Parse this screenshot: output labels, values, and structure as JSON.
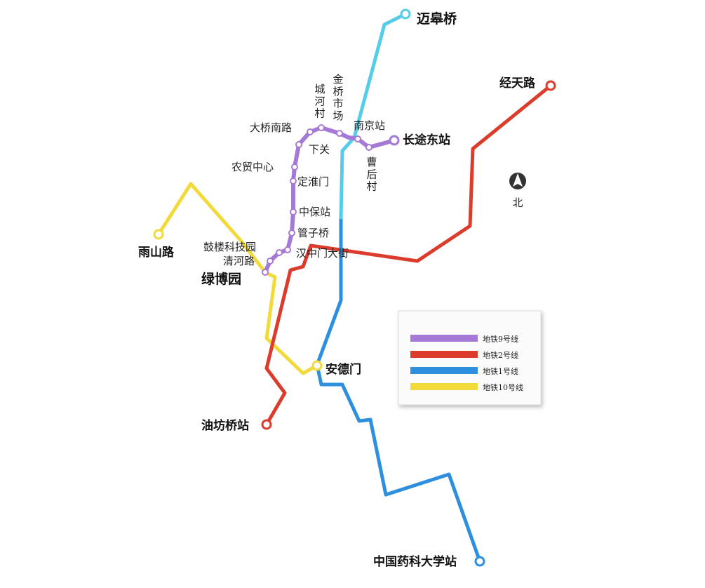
{
  "lines": {
    "line9": {
      "color": "#a57ad6"
    },
    "line2": {
      "color": "#dc3c2c"
    },
    "line1": {
      "color": "#2d8fde",
      "upper_color": "#55cde8"
    },
    "line10": {
      "color": "#f2da3a"
    }
  },
  "legend": [
    {
      "label": "地铁9号线",
      "color": "#a57ad6"
    },
    {
      "label": "地铁2号线",
      "color": "#dc3c2c"
    },
    {
      "label": "地铁1号线",
      "color": "#2d8fde"
    },
    {
      "label": "地铁10号线",
      "color": "#f2da3a"
    }
  ],
  "compass": {
    "label": "北"
  },
  "stations": {
    "maiGaoQiao": "迈皋桥",
    "jingTianLu": "经天路",
    "jinQiaoShiChang": "金桥市场",
    "chengHeCun": "城河村",
    "nanJingZhan": "南京站",
    "daQiaoNanLu": "大桥南路",
    "changTuDongZhan": "长途东站",
    "xiaGuan": "下关",
    "caoHouCun": "曹后村",
    "nongMaoZhongXin": "农贸中心",
    "dingHuaiMen": "定淮门",
    "zhongBaoZhan": "中保站",
    "guanZiQiao": "管子桥",
    "guLouKeJiYuan": "鼓楼科技园",
    "qingHeLu": "清河路",
    "hanZhongMenDaJie": "汉中门大街",
    "lvBoYuan": "绿博园",
    "yuShanLu": "雨山路",
    "anDeMen": "安德门",
    "youFangQiaoZhan": "油坊桥站",
    "zhongGuoYaoKeDaXueZhan": "中国药科大学站"
  }
}
